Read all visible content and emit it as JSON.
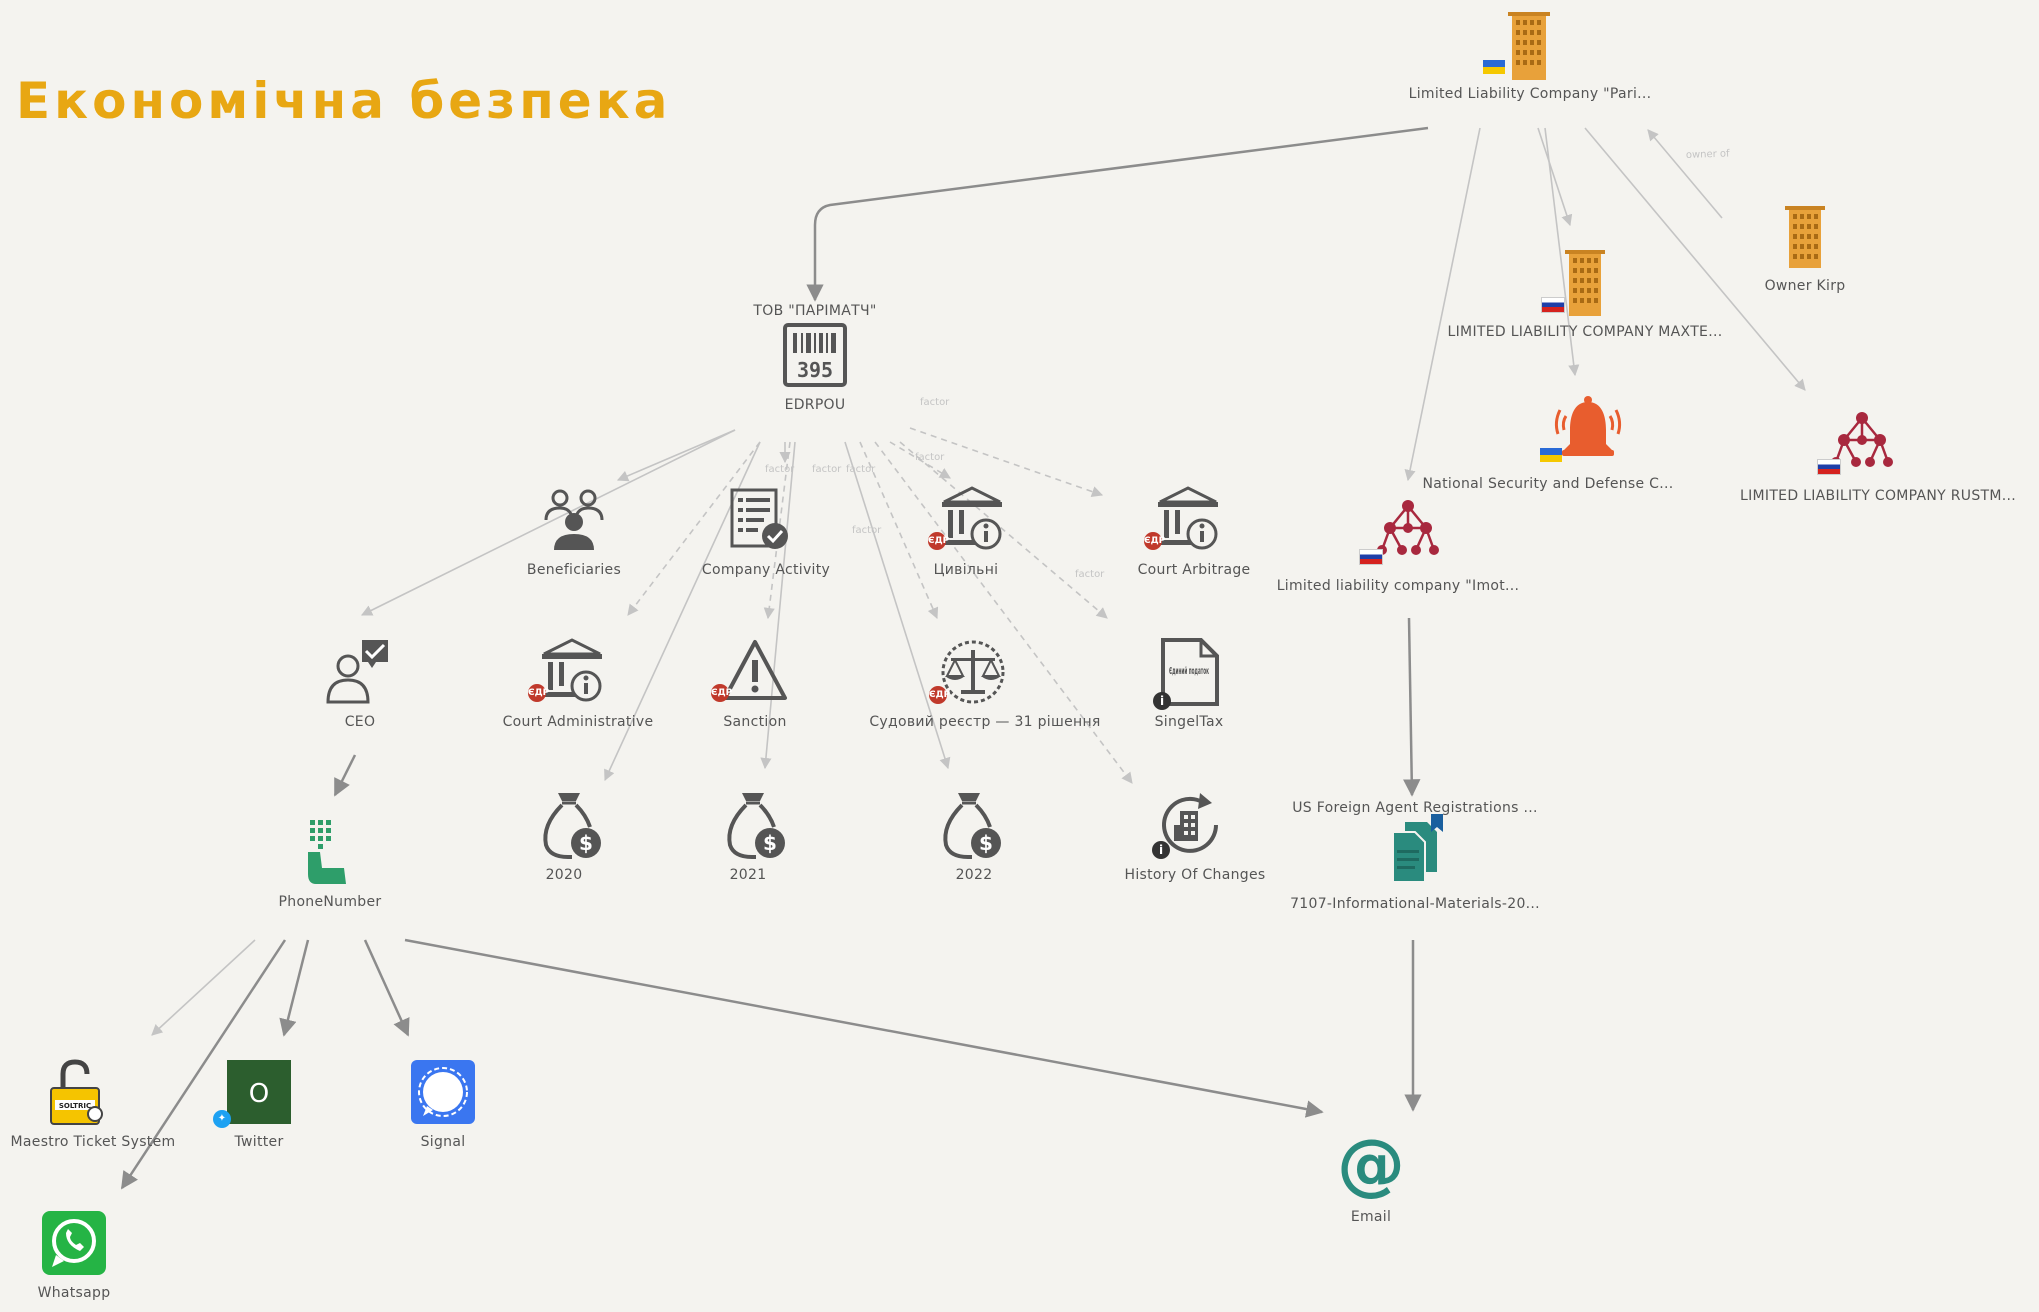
{
  "header": {
    "title": "Економічна безпека"
  },
  "colors": {
    "title": "#e8a713",
    "building": "#e8a13a",
    "network": "#a8283e",
    "teal": "#2a8b7e",
    "alert": "#e85d2e",
    "edge": "#999999"
  },
  "nodes": {
    "llc_pari": {
      "label": "Limited Liability Company \"Pari...",
      "icon": "building-icon",
      "flag": "UA"
    },
    "owner_kirp": {
      "label": "Owner Kirp",
      "icon": "building-icon"
    },
    "llc_maxte": {
      "label": "LIMITED LIABILITY COMPANY MAXTE...",
      "icon": "building-icon",
      "flag": "RU"
    },
    "nsdc": {
      "label": "National Security and Defense C...",
      "icon": "alarm-bell-icon",
      "flag": "UA"
    },
    "llc_rustm": {
      "label": "LIMITED LIABILITY COMPANY RUSTM...",
      "icon": "network-icon",
      "flag": "RU"
    },
    "llc_imot": {
      "label": "Limited liability company \"Imot...",
      "icon": "network-icon",
      "flag": "RU"
    },
    "tov": {
      "label_top": "ТОВ \"ПАРІМАТЧ\"",
      "label": "EDRPOU",
      "code": "395",
      "icon": "barcode-icon"
    },
    "beneficiaries": {
      "label": "Beneficiaries",
      "icon": "people-icon"
    },
    "company_activity": {
      "label": "Company Activity",
      "icon": "checklist-icon"
    },
    "civil": {
      "label": "Цивільні",
      "icon": "court-icon",
      "badge": "ЄДР"
    },
    "court_arbitrage": {
      "label": "Court Arbitrage",
      "icon": "court-icon",
      "badge": "ЄДР"
    },
    "ceo": {
      "label": "CEO",
      "icon": "person-check-icon"
    },
    "court_admin": {
      "label": "Court Administrative",
      "icon": "court-icon",
      "badge": "ЄДР"
    },
    "sanction": {
      "label": "Sanction",
      "icon": "warning-icon",
      "badge": "ЄДР"
    },
    "court_registry": {
      "label": "Судовий реєстр — 31 рішення",
      "icon": "scales-icon",
      "badge": "ЄДР"
    },
    "singel_tax": {
      "label": "SingelTax",
      "icon": "tax-document-icon",
      "doc_text": "Єдиний податок",
      "badge": "i"
    },
    "y2020": {
      "label": "2020",
      "icon": "money-bag-icon"
    },
    "y2021": {
      "label": "2021",
      "icon": "money-bag-icon"
    },
    "y2022": {
      "label": "2022",
      "icon": "money-bag-icon"
    },
    "history": {
      "label": "History Of Changes",
      "icon": "history-icon",
      "badge": "i"
    },
    "phone": {
      "label": "PhoneNumber",
      "icon": "phone-keypad-icon"
    },
    "us_fara": {
      "label_top": "US Foreign Agent Registrations ...",
      "label": "7107-Informational-Materials-20...",
      "icon": "documents-icon"
    },
    "maestro": {
      "label": "Maestro Ticket System",
      "icon": "unlocked-padlock-icon"
    },
    "twitter": {
      "label": "Twitter",
      "icon": "twitter-avatar-icon",
      "letter": "O"
    },
    "signal": {
      "label": "Signal",
      "icon": "signal-icon"
    },
    "whatsapp": {
      "label": "Whatsapp",
      "icon": "whatsapp-icon"
    },
    "email": {
      "label": "Email",
      "icon": "at-sign-icon"
    }
  },
  "edge_labels": {
    "owner_of": "owner of",
    "factor": "factor"
  }
}
